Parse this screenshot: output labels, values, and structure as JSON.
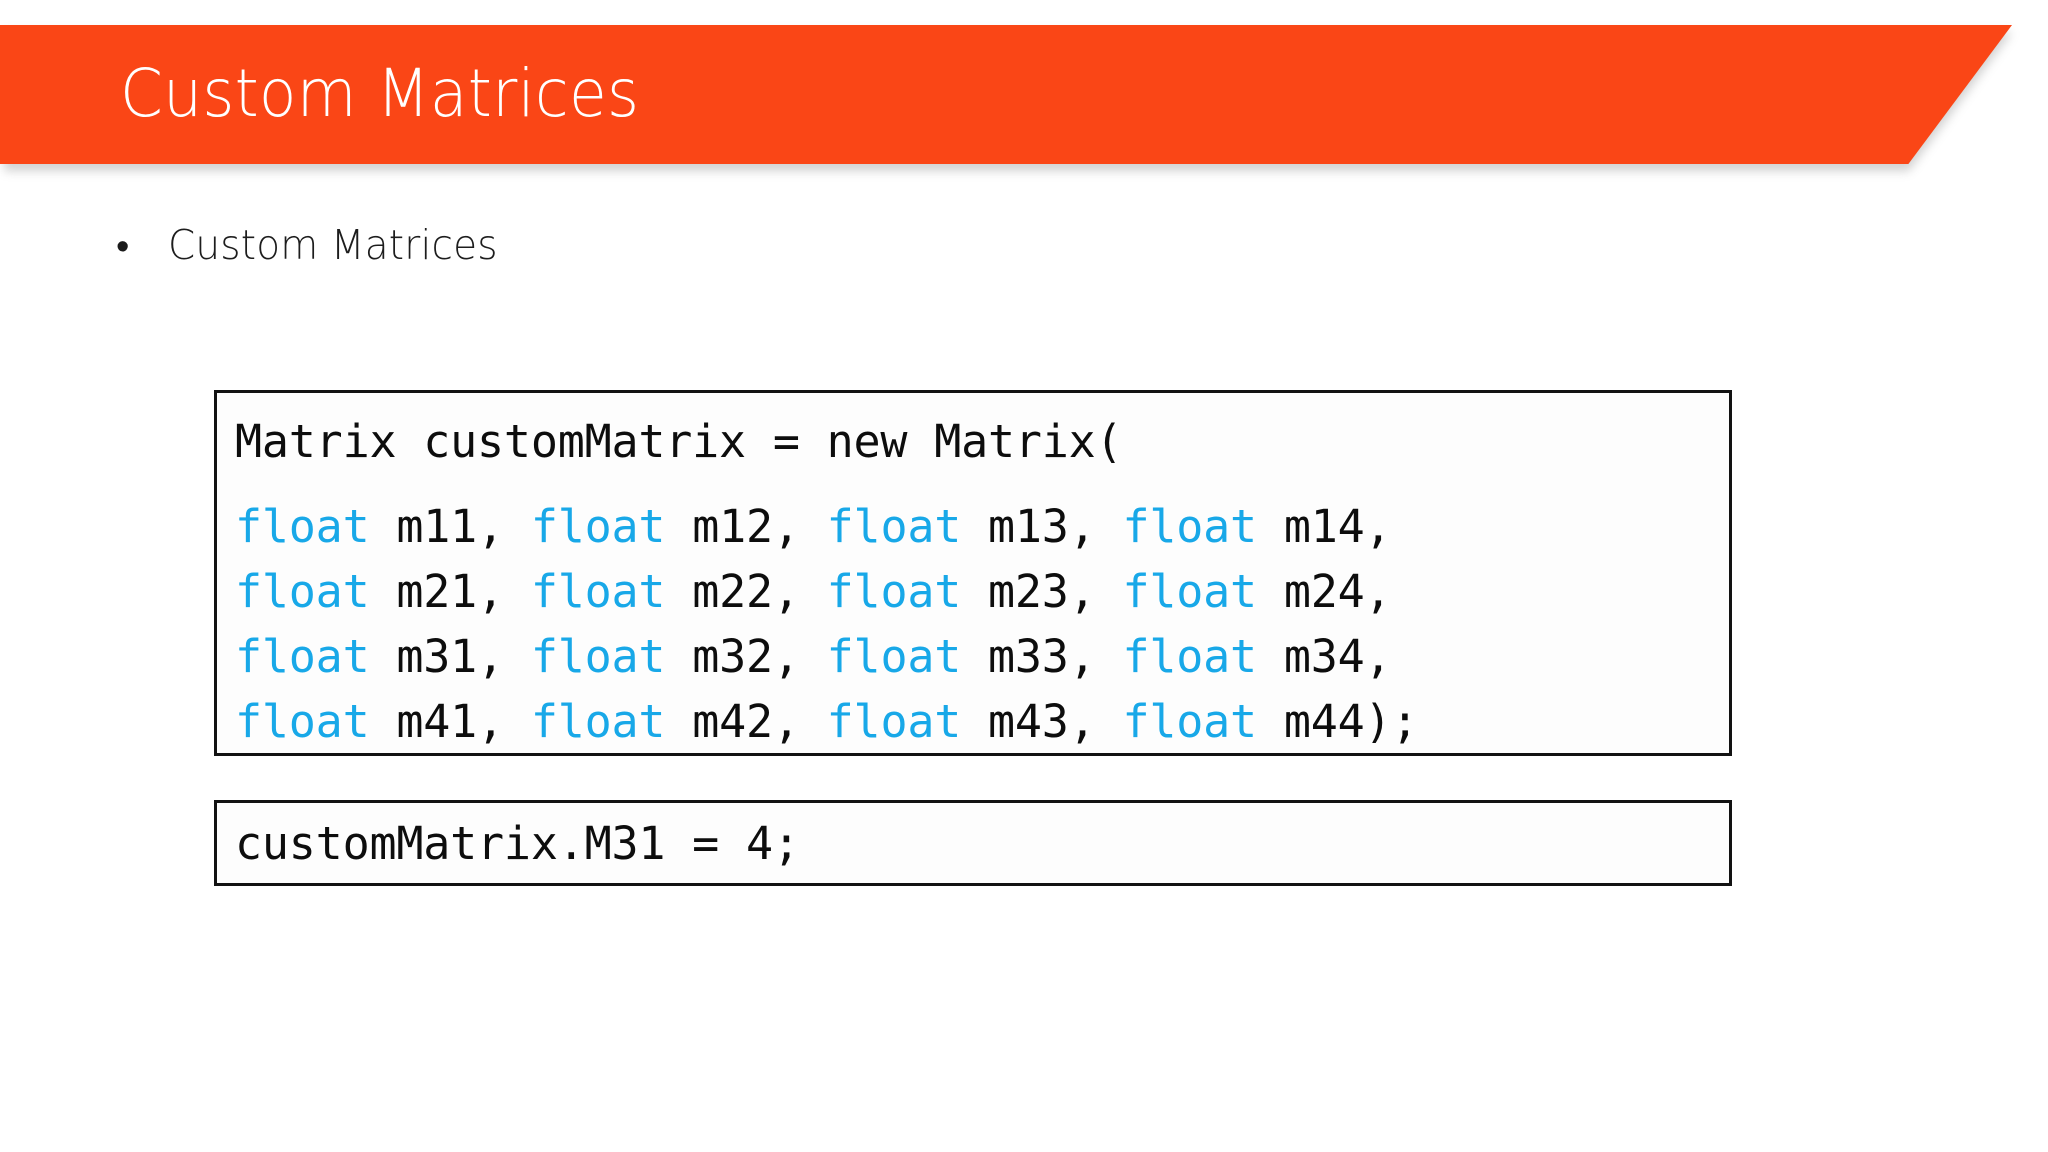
{
  "slide": {
    "title": "Custom Matrices",
    "accent_color": "#FA4616",
    "title_color": "#FFFFFF",
    "background_color": "#FFFFFF"
  },
  "bullets": [
    {
      "marker": "•",
      "text": "Custom Matrices"
    }
  ],
  "code_blocks": [
    {
      "name": "matrix-declaration",
      "keyword_color": "#18A8E8",
      "text_color": "#0D0D0D",
      "lines": [
        {
          "segments": [
            {
              "text": "Matrix customMatrix = new Matrix(",
              "kind": "plain"
            }
          ]
        },
        {
          "segments": [
            {
              "text": "float",
              "kind": "keyword"
            },
            {
              "text": " m11, ",
              "kind": "plain"
            },
            {
              "text": "float",
              "kind": "keyword"
            },
            {
              "text": " m12, ",
              "kind": "plain"
            },
            {
              "text": "float",
              "kind": "keyword"
            },
            {
              "text": " m13, ",
              "kind": "plain"
            },
            {
              "text": "float",
              "kind": "keyword"
            },
            {
              "text": " m14,",
              "kind": "plain"
            }
          ]
        },
        {
          "segments": [
            {
              "text": "float",
              "kind": "keyword"
            },
            {
              "text": " m21, ",
              "kind": "plain"
            },
            {
              "text": "float",
              "kind": "keyword"
            },
            {
              "text": " m22, ",
              "kind": "plain"
            },
            {
              "text": "float",
              "kind": "keyword"
            },
            {
              "text": " m23, ",
              "kind": "plain"
            },
            {
              "text": "float",
              "kind": "keyword"
            },
            {
              "text": " m24,",
              "kind": "plain"
            }
          ]
        },
        {
          "segments": [
            {
              "text": "float",
              "kind": "keyword"
            },
            {
              "text": " m31, ",
              "kind": "plain"
            },
            {
              "text": "float",
              "kind": "keyword"
            },
            {
              "text": " m32, ",
              "kind": "plain"
            },
            {
              "text": "float",
              "kind": "keyword"
            },
            {
              "text": " m33, ",
              "kind": "plain"
            },
            {
              "text": "float",
              "kind": "keyword"
            },
            {
              "text": " m34,",
              "kind": "plain"
            }
          ]
        },
        {
          "segments": [
            {
              "text": "float",
              "kind": "keyword"
            },
            {
              "text": " m41, ",
              "kind": "plain"
            },
            {
              "text": "float",
              "kind": "keyword"
            },
            {
              "text": " m42, ",
              "kind": "plain"
            },
            {
              "text": "float",
              "kind": "keyword"
            },
            {
              "text": " m43, ",
              "kind": "plain"
            },
            {
              "text": "float",
              "kind": "keyword"
            },
            {
              "text": " m44);",
              "kind": "plain"
            }
          ]
        }
      ]
    },
    {
      "name": "matrix-assignment",
      "keyword_color": "#18A8E8",
      "text_color": "#0D0D0D",
      "lines": [
        {
          "segments": [
            {
              "text": "customMatrix.M31 = 4;",
              "kind": "plain"
            }
          ]
        }
      ]
    }
  ]
}
